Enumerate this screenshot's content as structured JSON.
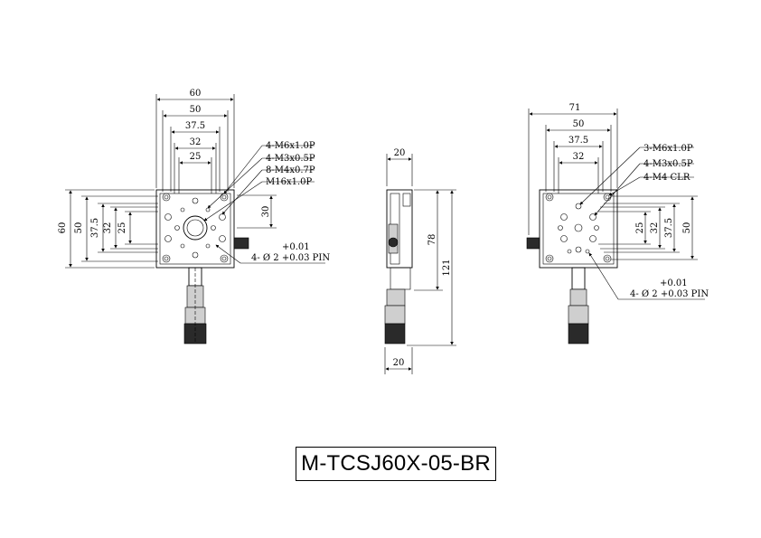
{
  "title": "M-TCSJ60X-05-BR",
  "front_view": {
    "top_dims": [
      "60",
      "50",
      "37.5",
      "32",
      "25"
    ],
    "left_dims": [
      "60",
      "50",
      "37.5",
      "32",
      "25"
    ],
    "side_dim": "30",
    "callouts": [
      "4-M6x1.0P",
      "4-M3x0.5P",
      "8-M4x0.7P",
      "M16x1.0P"
    ],
    "pin_tol": "+0.01",
    "pin_note": "4- Ø 2 +0.03 PIN"
  },
  "side_view": {
    "top_dim": "20",
    "bottom_dim": "20",
    "right_dims": [
      "78",
      "121"
    ]
  },
  "back_view": {
    "top_dims": [
      "71",
      "50",
      "37.5",
      "32"
    ],
    "right_dims": [
      "25",
      "32",
      "37.5",
      "50"
    ],
    "callouts": [
      "3-M6x1.0P",
      "4-M3x0.5P",
      "4-M4 CLR"
    ],
    "pin_tol": "+0.01",
    "pin_note": "4- Ø 2 +0.03 PIN"
  }
}
